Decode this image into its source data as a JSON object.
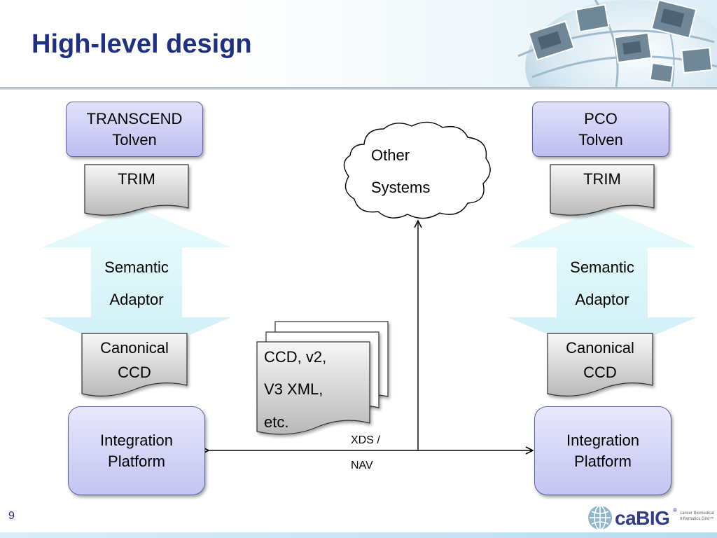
{
  "slide": {
    "title": "High-level design",
    "page_number": "9"
  },
  "left": {
    "app_line1": "TRANSCEND",
    "app_line2": "Tolven",
    "trim": "TRIM",
    "adaptor_line1": "Semantic",
    "adaptor_line2": "Adaptor",
    "canonical_line1": "Canonical",
    "canonical_line2": "CCD",
    "platform_line1": "Integration",
    "platform_line2": "Platform"
  },
  "right": {
    "app_line1": "PCO",
    "app_line2": "Tolven",
    "trim": "TRIM",
    "adaptor_line1": "Semantic",
    "adaptor_line2": "Adaptor",
    "canonical_line1": "Canonical",
    "canonical_line2": "CCD",
    "platform_line1": "Integration",
    "platform_line2": "Platform"
  },
  "cloud": {
    "line1": "Other",
    "line2": "Systems"
  },
  "documents": {
    "line1": "CCD, v2,",
    "line2": "V3 XML,",
    "line3": "etc."
  },
  "connector": {
    "line1": "XDS /",
    "line2": "NAV"
  },
  "logo": {
    "brand": "caBIG",
    "trademark": "®",
    "tagline": "cancer Biomedical Informatics Grid™"
  },
  "colors": {
    "title": "#1f3083",
    "box_fill": "#cfcff5",
    "box_border": "#5a5fa8",
    "arrow_fill": "#dff7fb",
    "doc_fill": "#d6d6d6"
  }
}
